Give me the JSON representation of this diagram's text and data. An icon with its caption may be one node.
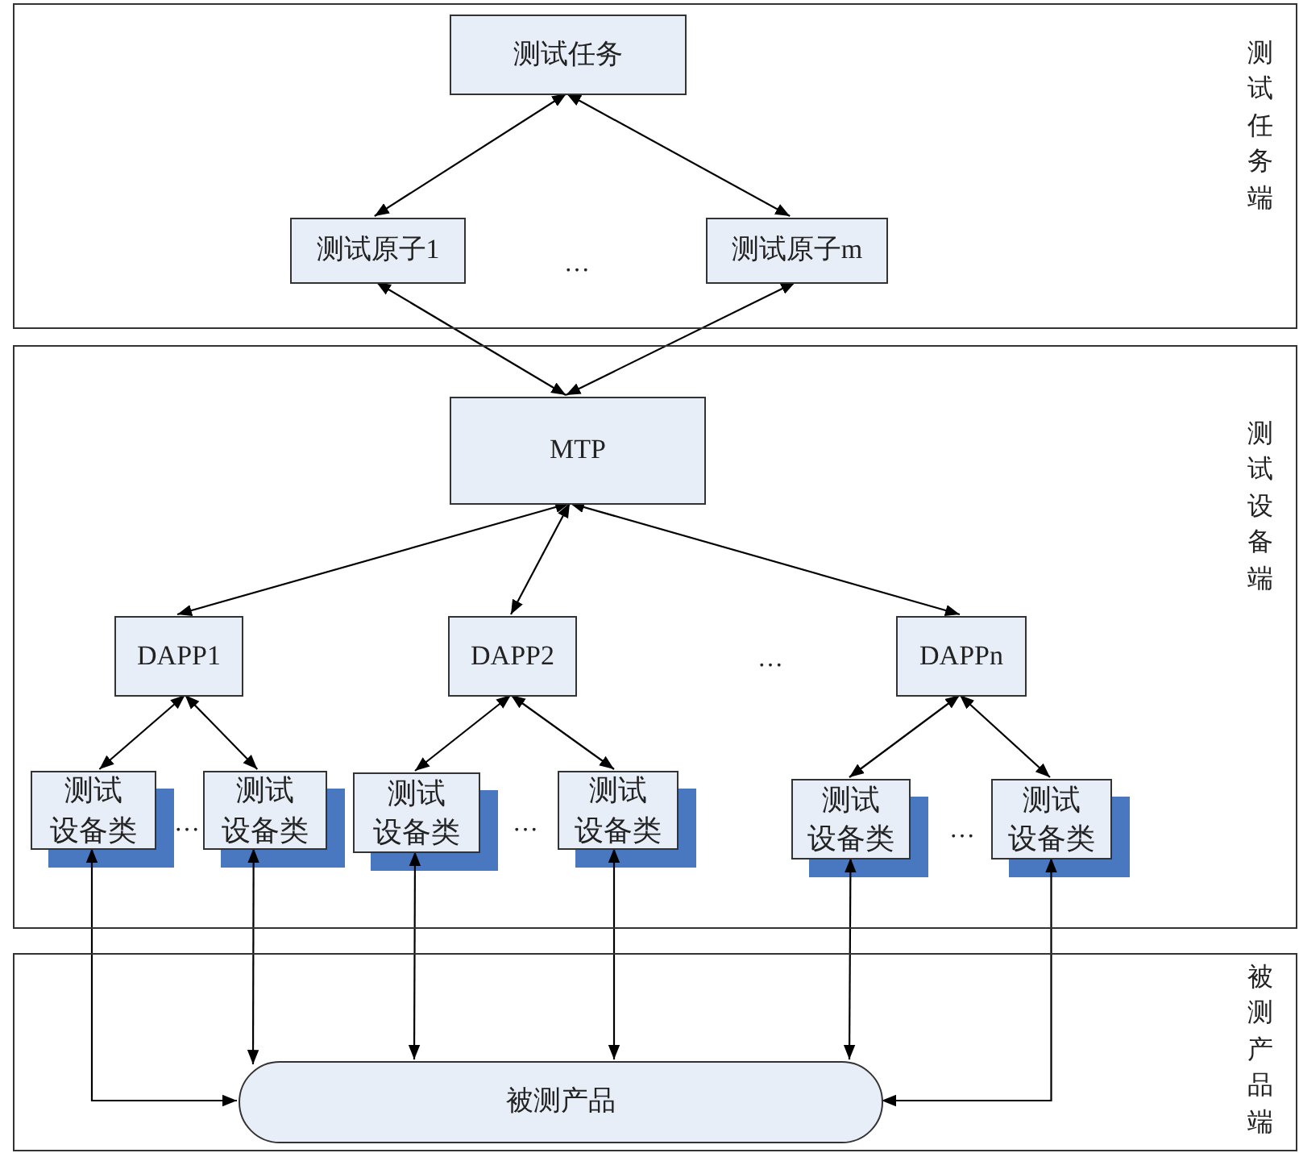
{
  "diagram": {
    "nodes": [
      {
        "text": [
          "测试任务端"
        ]
      },
      {
        "text": [
          "测试任务"
        ],
        "in": 0
      },
      {
        "text": [
          "测试原子1"
        ],
        "in": 0
      },
      {
        "text": [
          "测试原子m"
        ],
        "in": 0
      },
      {
        "text": [
          "测试设备端"
        ]
      },
      {
        "text": [
          "MTP"
        ],
        "in": 4
      },
      {
        "text": [
          "DAPP1"
        ],
        "in": 4
      },
      {
        "text": [
          "DAPP2"
        ],
        "in": 4
      },
      {
        "text": [
          "DAPPn"
        ],
        "in": 4
      },
      {
        "text": [
          "测试设备类"
        ],
        "in": 4
      },
      {
        "text": [
          "测试设备类"
        ],
        "in": 4
      },
      {
        "text": [
          "测试设备类"
        ],
        "in": 4
      },
      {
        "text": [
          "测试设备类"
        ],
        "in": 4
      },
      {
        "text": [
          "测试设备类"
        ],
        "in": 4
      },
      {
        "text": [
          "测试设备类"
        ],
        "in": 4
      },
      {
        "text": [
          "被测产品端"
        ]
      },
      {
        "text": [
          "被测产品"
        ],
        "in": 15
      }
    ],
    "edges": [
      {
        "from": 1,
        "to": 2,
        "arrow": "both"
      },
      {
        "from": 1,
        "to": 3,
        "arrow": "both"
      },
      {
        "from": 2,
        "to": 5,
        "arrow": "both"
      },
      {
        "from": 3,
        "to": 5,
        "arrow": "both"
      },
      {
        "from": 5,
        "to": 6,
        "arrow": "both"
      },
      {
        "from": 5,
        "to": 7,
        "arrow": "both"
      },
      {
        "from": 5,
        "to": 8,
        "arrow": "both"
      },
      {
        "from": 6,
        "to": 9,
        "arrow": "both"
      },
      {
        "from": 6,
        "to": 10,
        "arrow": "both"
      },
      {
        "from": 7,
        "to": 11,
        "arrow": "both"
      },
      {
        "from": 7,
        "to": 12,
        "arrow": "both"
      },
      {
        "from": 8,
        "to": 13,
        "arrow": "both"
      },
      {
        "from": 8,
        "to": 14,
        "arrow": "both"
      },
      {
        "from": 9,
        "to": 16,
        "arrow": "both"
      },
      {
        "from": 10,
        "to": 16,
        "arrow": "both"
      },
      {
        "from": 11,
        "to": 16,
        "arrow": "both"
      },
      {
        "from": 12,
        "to": 16,
        "arrow": "both"
      },
      {
        "from": 13,
        "to": 16,
        "arrow": "both"
      },
      {
        "from": 14,
        "to": 16,
        "arrow": "both"
      }
    ],
    "labels": [
      "…",
      "…",
      "…",
      "…",
      "…"
    ]
  }
}
